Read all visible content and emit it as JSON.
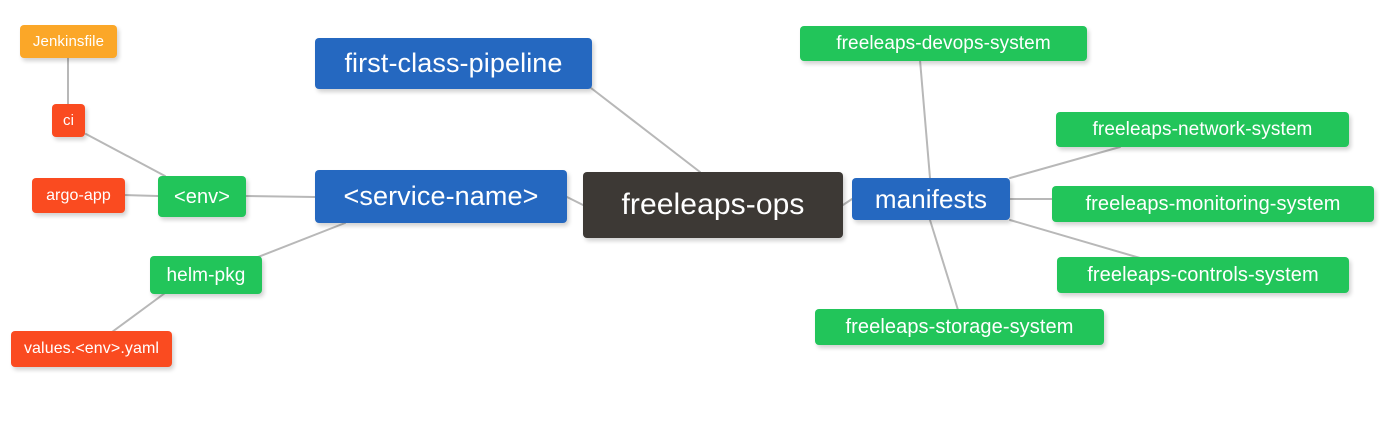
{
  "diagram": {
    "type": "mindmap",
    "title": "freeleaps-ops",
    "background": "#ffffff",
    "edge_color": "#b8b8b8",
    "palette": {
      "root": "#3d3935",
      "blue": "#2568c0",
      "green": "#22c55a",
      "orange": "#fba728",
      "red": "#fa4b20"
    }
  },
  "nodes": {
    "root": {
      "label": "freeleaps-ops",
      "color": "#3d3935"
    },
    "first_class_pipeline": {
      "label": "first-class-pipeline",
      "color": "#2568c0"
    },
    "service_name": {
      "label": "<service-name>",
      "color": "#2568c0"
    },
    "env": {
      "label": "<env>",
      "color": "#22c55a"
    },
    "ci": {
      "label": "ci",
      "color": "#fa4b20"
    },
    "jenkinsfile": {
      "label": "Jenkinsfile",
      "color": "#fba728"
    },
    "argo_app": {
      "label": "argo-app",
      "color": "#fa4b20"
    },
    "helm_pkg": {
      "label": "helm-pkg",
      "color": "#22c55a"
    },
    "values_yaml": {
      "label": "values.<env>.yaml",
      "color": "#fa4b20"
    },
    "manifests": {
      "label": "manifests",
      "color": "#2568c0"
    },
    "devops_system": {
      "label": "freeleaps-devops-system",
      "color": "#22c55a"
    },
    "network_system": {
      "label": "freeleaps-network-system",
      "color": "#22c55a"
    },
    "monitoring_system": {
      "label": "freeleaps-monitoring-system",
      "color": "#22c55a"
    },
    "controls_system": {
      "label": "freeleaps-controls-system",
      "color": "#22c55a"
    },
    "storage_system": {
      "label": "freeleaps-storage-system",
      "color": "#22c55a"
    }
  },
  "edges": [
    {
      "from": "root",
      "to": "first_class_pipeline"
    },
    {
      "from": "root",
      "to": "service_name"
    },
    {
      "from": "root",
      "to": "manifests"
    },
    {
      "from": "service_name",
      "to": "env"
    },
    {
      "from": "service_name",
      "to": "helm_pkg"
    },
    {
      "from": "env",
      "to": "ci"
    },
    {
      "from": "env",
      "to": "argo_app"
    },
    {
      "from": "ci",
      "to": "jenkinsfile"
    },
    {
      "from": "helm_pkg",
      "to": "values_yaml"
    },
    {
      "from": "manifests",
      "to": "devops_system"
    },
    {
      "from": "manifests",
      "to": "network_system"
    },
    {
      "from": "manifests",
      "to": "monitoring_system"
    },
    {
      "from": "manifests",
      "to": "controls_system"
    },
    {
      "from": "manifests",
      "to": "storage_system"
    }
  ]
}
